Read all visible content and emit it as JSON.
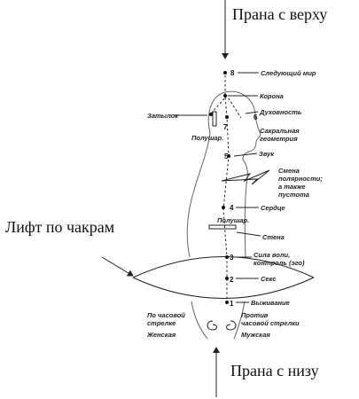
{
  "captions": {
    "top": "Прана с верху",
    "left": "Лифт по чакрам",
    "bottom": "Прана с низу"
  },
  "chakras": [
    {
      "num": "8",
      "label": "Следующий мир"
    },
    {
      "num": "",
      "label": "Корона"
    },
    {
      "num": "6",
      "label": "Духовность"
    },
    {
      "num": "7",
      "label": ""
    },
    {
      "num": "5",
      "label": "Звук"
    },
    {
      "num": "4",
      "label": "Сердце"
    },
    {
      "num": "3",
      "label": "Сила воли, контроль (эго)"
    },
    {
      "num": "2",
      "label": "Секс"
    },
    {
      "num": "1",
      "label": "Выживание"
    }
  ],
  "labels": {
    "zatylok": "Затылок",
    "polushar1": "Полушар.",
    "sacral_geom_1": "Сакральная",
    "sacral_geom_2": "геометрия",
    "polarity_1": "Смена",
    "polarity_2": "полярности;",
    "polarity_3": "а также",
    "polarity_4": "пустота",
    "polushar2": "Полушар.",
    "stena": "Стена",
    "will_1": "Сила воли,",
    "will_2": "контроль (эго)",
    "clockwise_1": "По часовой",
    "clockwise_2": "стрелке",
    "female": "Женская",
    "counter_1": "Против",
    "counter_2": "часовой стрелки",
    "male": "Мужская"
  }
}
